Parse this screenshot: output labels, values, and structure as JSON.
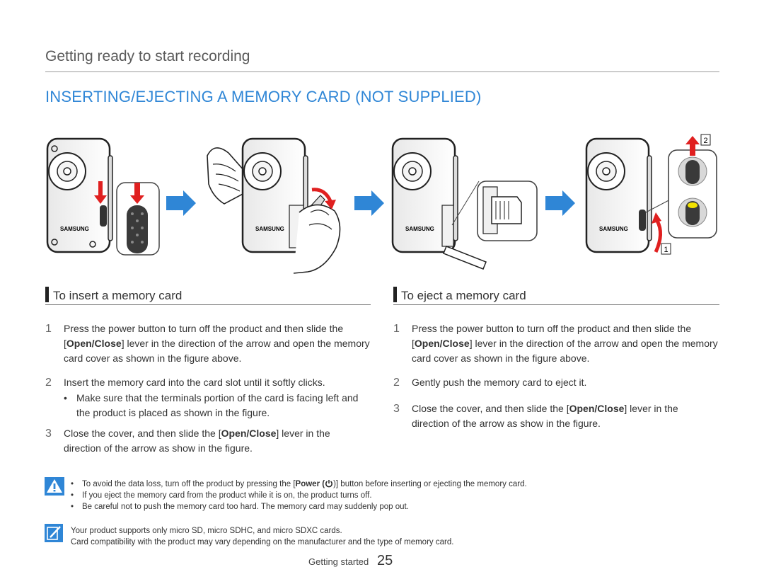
{
  "header": {
    "section": "Getting ready to start recording",
    "title": "INSERTING/EJECTING A MEMORY CARD (NOT SUPPLIED)"
  },
  "figure": {
    "brand": "SAMSUNG",
    "callout_1": "1",
    "callout_2": "2",
    "accent_arrow": "#2f86d6",
    "accent_red": "#e02020"
  },
  "insert": {
    "heading": "To insert a memory card",
    "step1": {
      "num": "1",
      "pre": "Press the power button to turn off the product and then slide the [",
      "btn": "Open/Close",
      "post": "] lever in the direction of the arrow and open the memory card cover as shown in the figure above."
    },
    "step2": {
      "num": "2",
      "text": "Insert the memory card into the card slot until it softly clicks."
    },
    "step2_bullet": "Make sure that the terminals portion of the card is facing left and the product is placed as shown in the figure.",
    "step3": {
      "num": "3",
      "pre": "Close the cover, and then slide the [",
      "btn": "Open/Close",
      "post": "] lever in the direction of the arrow as show in the figure."
    }
  },
  "eject": {
    "heading": "To eject a memory card",
    "step1": {
      "num": "1",
      "pre": "Press the power button to turn off the product and then slide the [",
      "btn": "Open/Close",
      "post": "] lever in the direction of the arrow and open the memory card cover as shown in the figure above."
    },
    "step2": {
      "num": "2",
      "text": "Gently push the memory card to eject it."
    },
    "step3": {
      "num": "3",
      "pre": "Close the cover, and then slide the [",
      "btn": "Open/Close",
      "post": "] lever in the direction of the arrow as show in the figure."
    }
  },
  "caution": {
    "bullet1_pre": "To avoid the data loss, turn off the product by pressing the [",
    "bullet1_btn": "Power (",
    "bullet1_post": ")] button before inserting or ejecting the memory card.",
    "bullet2": "If you eject the memory card from the product while it is on, the product turns off.",
    "bullet3": "Be careful not to push the memory card too hard. The memory card may suddenly pop out."
  },
  "note": {
    "line1": "Your product supports only micro SD, micro SDHC, and micro SDXC cards.",
    "line2": "Card compatibility with the product may vary depending on the manufacturer and the type of memory card."
  },
  "footer": {
    "label": "Getting started",
    "page": "25"
  },
  "icons": [
    "caution-icon",
    "note-icon",
    "power-icon",
    "arrow-right-icon",
    "arrow-down-icon",
    "arrow-up-icon"
  ]
}
